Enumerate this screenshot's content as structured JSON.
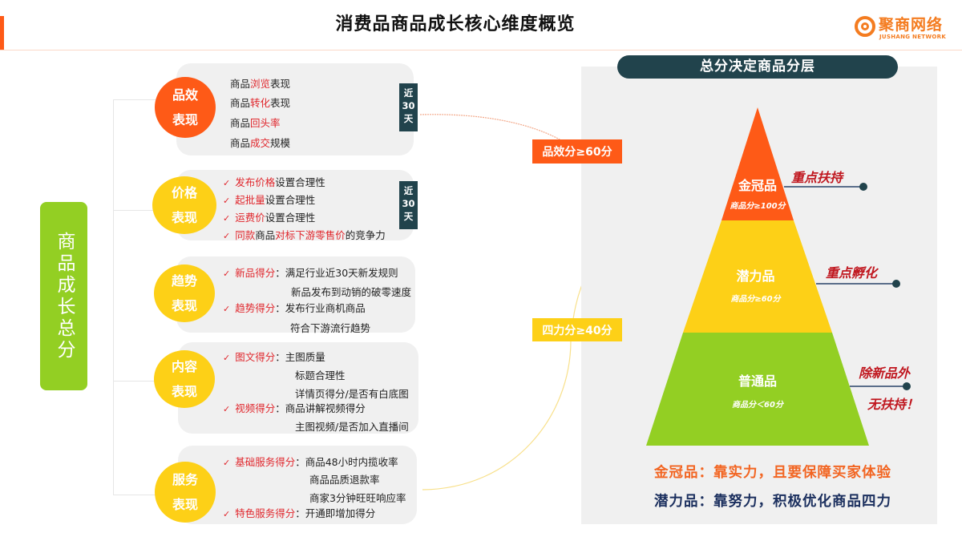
{
  "header": {
    "title": "消费品商品成长核心维度概览",
    "logo": {
      "cn": "聚商网络",
      "en": "JUSHANG NETWORK",
      "icon": "target-ring-icon"
    }
  },
  "root": {
    "label": "商品成长总分"
  },
  "categories": [
    {
      "name_line1": "品效",
      "name_line2": "表现",
      "color": "#fe5a17",
      "badge": {
        "line1": "近",
        "line2": "30",
        "line3": "天"
      },
      "items": [
        {
          "pre": "商品",
          "hl": "浏览",
          "post": "表现"
        },
        {
          "pre": "商品",
          "hl": "转化",
          "post": "表现"
        },
        {
          "pre": "商品",
          "hl": "回头率",
          "post": ""
        },
        {
          "pre": "商品",
          "hl": "成交",
          "post": "规模"
        }
      ]
    },
    {
      "name_line1": "价格",
      "name_line2": "表现",
      "color": "#fdd017",
      "badge": {
        "line1": "近",
        "line2": "30",
        "line3": "天"
      },
      "items": [
        {
          "hl": "发布价格",
          "post": "设置合理性"
        },
        {
          "hl": "起批量",
          "post": "设置合理性"
        },
        {
          "hl": "运费价",
          "post": "设置合理性"
        },
        {
          "hl": "同款",
          "mid": "商品",
          "hl2": "对标下游零售价",
          "post": "的竞争力"
        }
      ]
    },
    {
      "name_line1": "趋势",
      "name_line2": "表现",
      "color": "#fdd017",
      "items": [
        {
          "hl": "新品得分",
          "post": "：满足行业近30天新发规则"
        },
        {
          "cont": "新品发布到动销的破零速度"
        },
        {
          "hl": "趋势得分",
          "post": "：发布行业商机商品"
        },
        {
          "cont": "符合下游流行趋势"
        }
      ]
    },
    {
      "name_line1": "内容",
      "name_line2": "表现",
      "color": "#fdd017",
      "items": [
        {
          "hl": "图文得分",
          "post": "：主图质量"
        },
        {
          "cont": "标题合理性"
        },
        {
          "cont": "详情页得分/是否有白底图"
        },
        {
          "hl": "视频得分",
          "post": "：商品讲解视频得分"
        },
        {
          "cont": "主图视频/是否加入直播间"
        }
      ]
    },
    {
      "name_line1": "服务",
      "name_line2": "表现",
      "color": "#fdd017",
      "items": [
        {
          "hl": "基础服务得分",
          "post": "：商品48小时内揽收率"
        },
        {
          "cont": "商品品质退款率"
        },
        {
          "cont": "商家3分钟旺旺响应率"
        },
        {
          "hl": "特色服务得分",
          "post": "：开通即增加得分"
        }
      ]
    }
  ],
  "check_icon": "✓",
  "flow_tags": {
    "efficiency": {
      "label": "品效分≥60分",
      "color": "#fe5a17"
    },
    "four_power": {
      "label": "四力分≥40分",
      "color": "#fdd017"
    }
  },
  "pyramid": {
    "title": "总分决定商品分层",
    "tiers": [
      {
        "name": "金冠品",
        "criteria": "商品分≥100分",
        "color": "#fe5a17",
        "callout": "重点扶持"
      },
      {
        "name": "潜力品",
        "criteria": "商品分≥60分",
        "color": "#fdd017",
        "callout": "重点孵化"
      },
      {
        "name": "普通品",
        "criteria": "商品分＜60分",
        "color": "#93cf23",
        "callout_line1": "除新品外",
        "callout_line2": "无扶持！"
      }
    ]
  },
  "summary": {
    "gold": {
      "text": "金冠品：靠实力，且要保障买家体验",
      "color": "#f26522"
    },
    "potential": {
      "text": "潜力品：靠努力，积极优化商品四力",
      "color": "#1b2f5e"
    }
  }
}
